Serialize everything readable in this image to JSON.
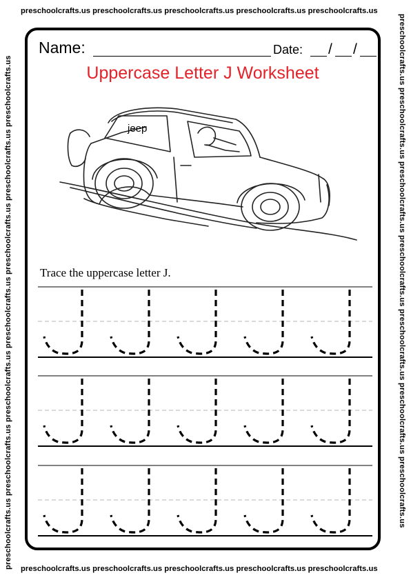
{
  "watermark": {
    "top": "preschoolcrafts.us preschoolcrafts.us preschoolcrafts.us preschoolcrafts.us preschoolcrafts.us",
    "bottom": "preschoolcrafts.us preschoolcrafts.us preschoolcrafts.us preschoolcrafts.us preschoolcrafts.us",
    "left": "preschoolcrafts.us preschoolcrafts.us preschoolcrafts.us preschoolcrafts.us preschoolcrafts.us preschoolcrafts.us preschoolcrafts.us",
    "right": "preschoolcrafts.us preschoolcrafts.us preschoolcrafts.us preschoolcrafts.us preschoolcrafts.us preschoolcrafts.us preschoolcrafts.us"
  },
  "header": {
    "name_label": "Name:",
    "date_label": "Date:",
    "date_separator": "/"
  },
  "title": "Uppercase Letter J Worksheet",
  "title_color": "#e32229",
  "picture": {
    "icon": "jeep-drawing",
    "label": "jeep"
  },
  "instruction": "Trace the uppercase letter J.",
  "tracing": {
    "letter": "J",
    "rows": 3,
    "letters_per_row": 5
  }
}
